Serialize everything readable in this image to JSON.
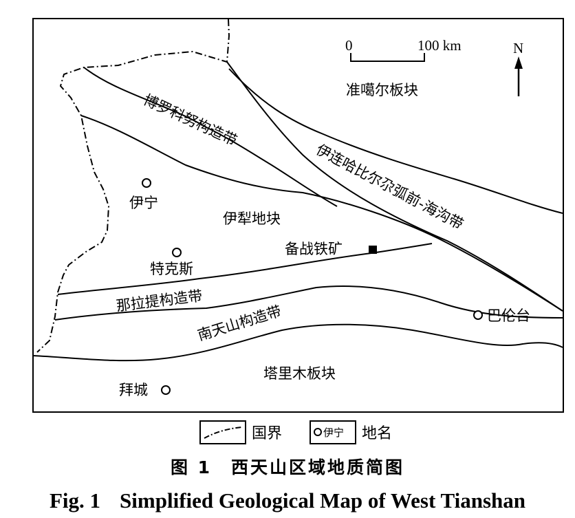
{
  "map": {
    "plates": {
      "junggar": "准噶尔板块",
      "tarim": "塔里木板块"
    },
    "belts": {
      "borohoro": "博罗科努构造带",
      "yilianhabirga": "伊连哈比尔尕弧前-海沟带",
      "nalati": "那拉提构造带",
      "south_tianshan": "南天山构造带"
    },
    "blocks": {
      "yili": "伊犁地块"
    },
    "towns": {
      "yining": "伊宁",
      "tekes": "特克斯",
      "baicheng": "拜城",
      "bayinbuluke": "巴伦台"
    },
    "deposit": "备战铁矿",
    "scale": {
      "zero": "0",
      "max": "100 km"
    },
    "north": "N"
  },
  "legend": {
    "border_label": "国界",
    "town_sample": "伊宁",
    "town_label": "地名"
  },
  "caption": {
    "cn_fig": "图 1",
    "cn_title": "西天山区域地质简图",
    "en_fig": "Fig. 1",
    "en_title": "Simplified Geological Map of West Tianshan"
  }
}
